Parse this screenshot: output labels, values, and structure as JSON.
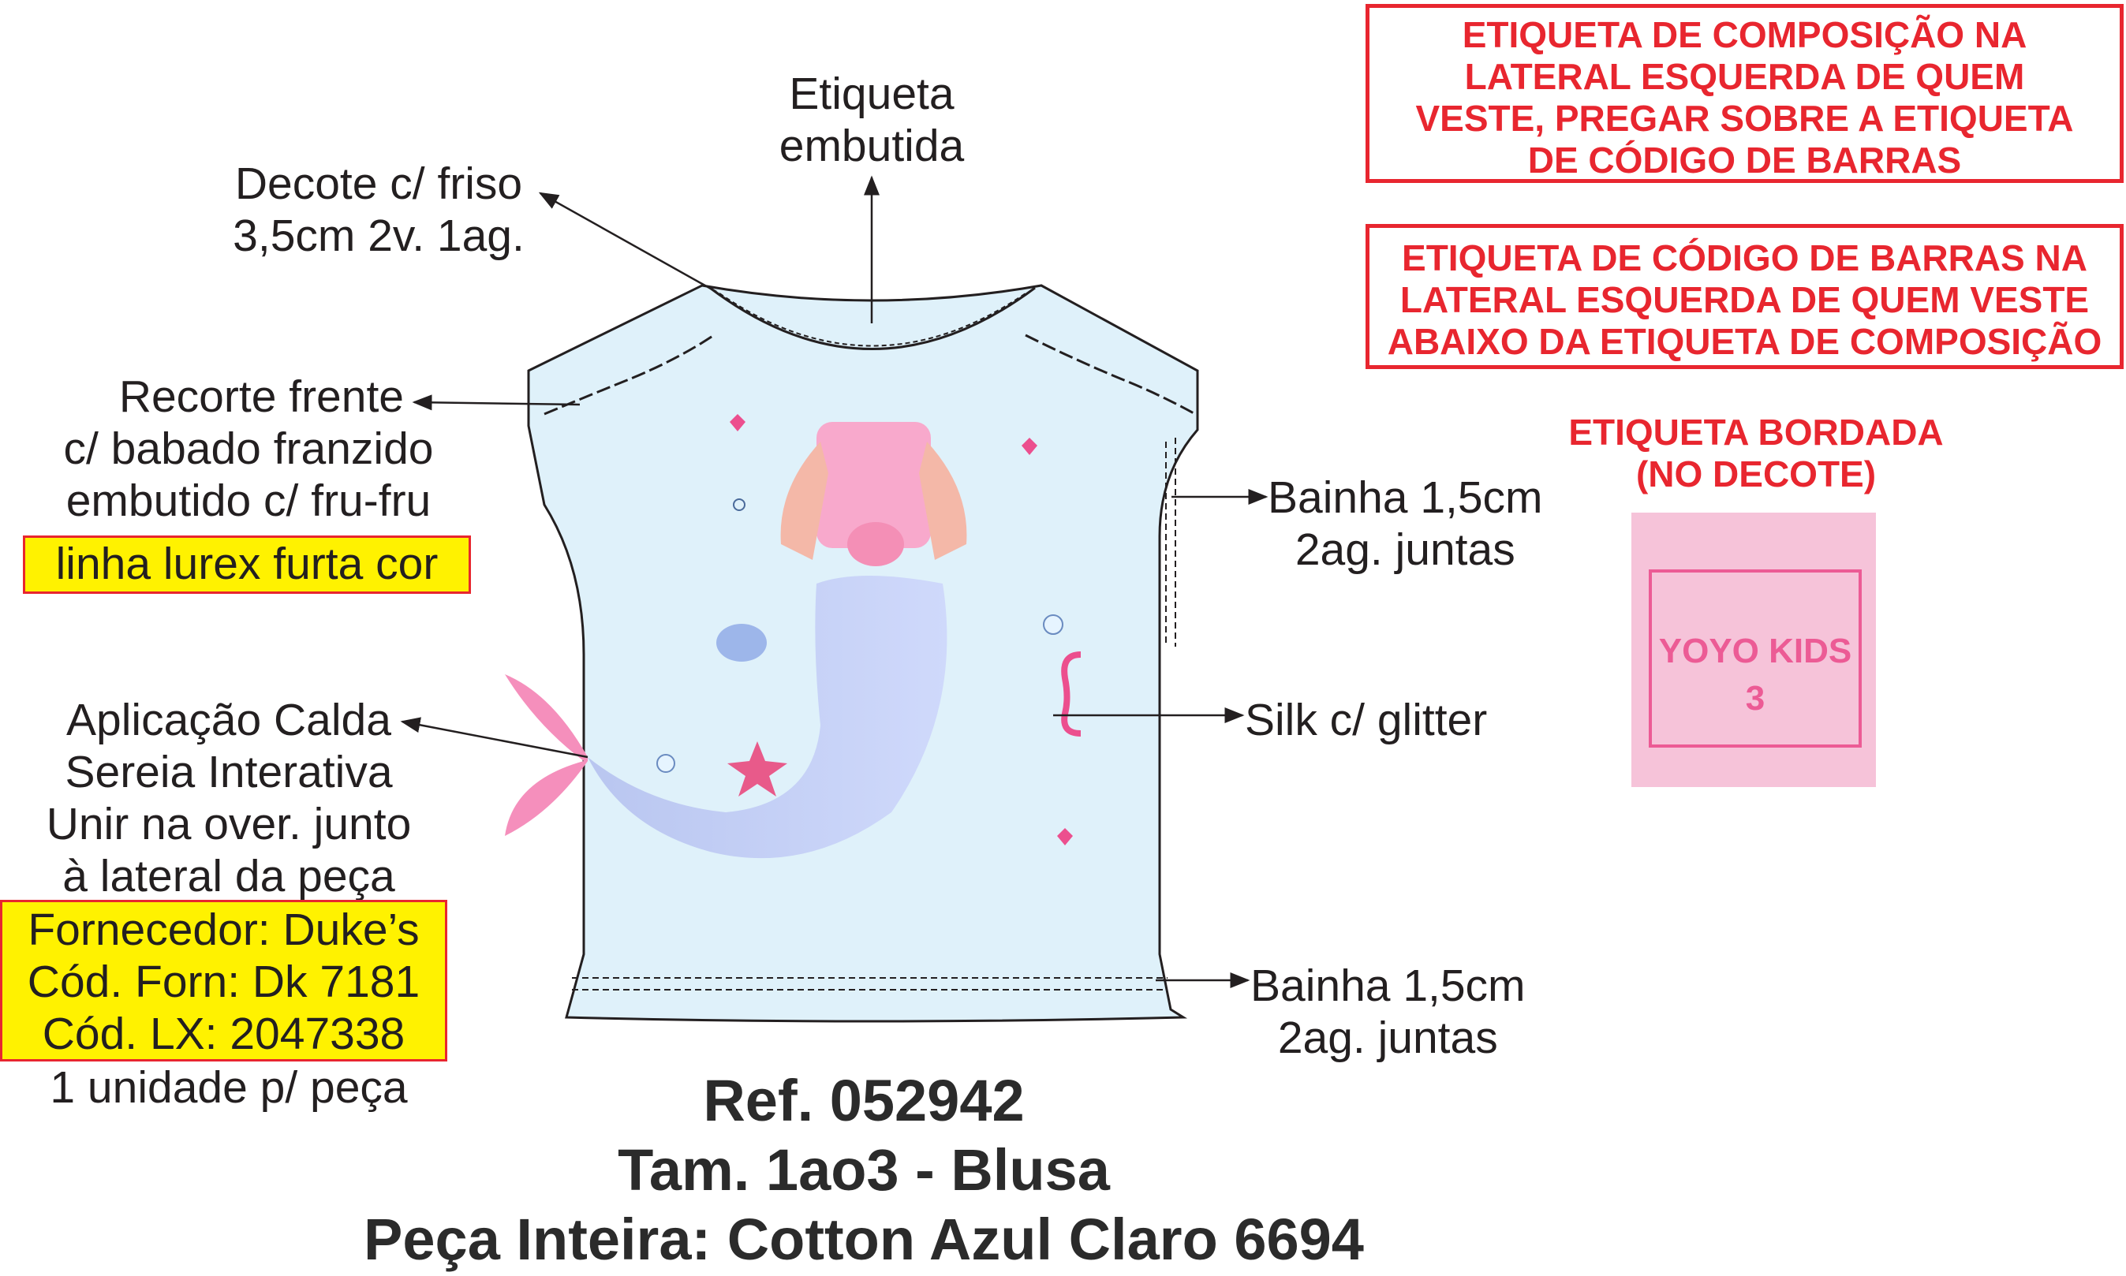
{
  "notes": {
    "composition_label": [
      "ETIQUETA DE COMPOSIÇÃO NA",
      "LATERAL ESQUERDA DE QUEM",
      "VESTE, PREGAR SOBRE A ETIQUETA",
      "DE CÓDIGO DE BARRAS"
    ],
    "barcode_label": [
      "ETIQUETA DE CÓDIGO DE BARRAS NA",
      "LATERAL ESQUERDA DE QUEM VESTE",
      "ABAIXO DA ETIQUETA DE COMPOSIÇÃO"
    ],
    "embroidered_label_title": [
      "ETIQUETA BORDADA",
      "(NO DECOTE)"
    ],
    "embroidered_label_text": [
      "YOYO KIDS",
      "3"
    ]
  },
  "callouts": {
    "etiqueta": [
      "Etiqueta",
      "embutida"
    ],
    "decote": [
      "Decote c/ friso",
      "3,5cm 2v. 1ag."
    ],
    "recorte": [
      "Recorte frente",
      "c/ babado franzido",
      "embutido c/ fru-fru"
    ],
    "lurex": "linha lurex furta cor",
    "aplicacao": [
      "Aplicação Calda",
      "Sereia Interativa",
      "Unir na over. junto",
      "à lateral da peça"
    ],
    "fornecedor": [
      "Fornecedor: Duke’s",
      "Cód. Forn: Dk 7181",
      "Cód. LX: 2047338"
    ],
    "unidade": "1 unidade p/ peça",
    "bainha_manga": [
      "Bainha 1,5cm",
      "2ag. juntas"
    ],
    "silk": "Silk c/ glitter",
    "bainha_barra": [
      "Bainha 1,5cm",
      "2ag. juntas"
    ]
  },
  "footer": {
    "ref": "Ref. 052942",
    "size": "Tam. 1ao3 - Blusa",
    "fabric": "Peça Inteira: Cotton Azul Claro 6694"
  },
  "colors": {
    "red": "#e8262f",
    "yellow": "#fff200",
    "shirt": "#dff1fa",
    "label_pink": "#f6c3d9"
  }
}
